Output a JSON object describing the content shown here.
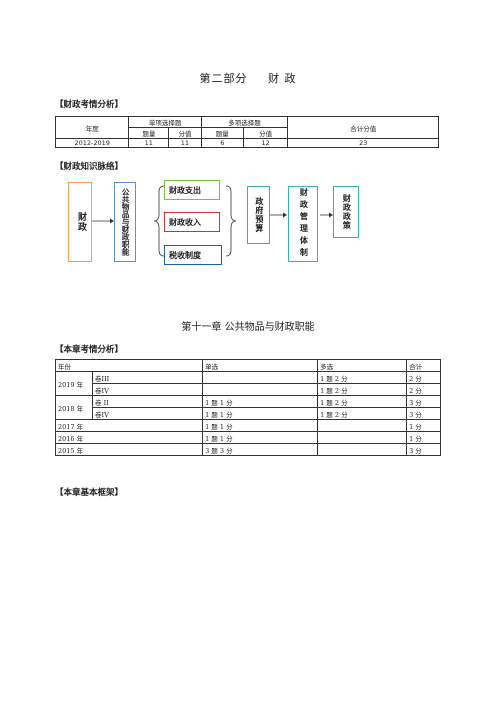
{
  "part": {
    "label": "第二部分",
    "name": "财 政"
  },
  "sections": {
    "exam_analysis": "【财政考情分析】",
    "knowledge_map": "【财政知识脉络】",
    "chapter_exam": "【本章考情分析】",
    "chapter_framework": "【本章基本框架】"
  },
  "table1": {
    "year_header": "年度",
    "single_header": "单项选择题",
    "multi_header": "多项选择题",
    "total_header": "合计分值",
    "sub_headers": [
      "题量",
      "分值",
      "题量",
      "分值"
    ],
    "rows": [
      {
        "year": "2012-2019",
        "cells": [
          "11",
          "11",
          "6",
          "12",
          "23"
        ]
      }
    ]
  },
  "diagram": {
    "caizheng": "财政",
    "public_goods": "公共物品与财政职能",
    "expenditure": "财政支出",
    "revenue": "财政收入",
    "tax": "税收制度",
    "budget": "政府预算",
    "management": "财政管理体制",
    "policy": "财政政策",
    "colors": {
      "orange": "#f4a25a",
      "blue": "#5a8fd6",
      "green": "#76c043",
      "red": "#c0393b",
      "teal": "#35b6a8",
      "navy": "#1f5ea8"
    }
  },
  "chapter_title": "第十一章  公共物品与财政职能",
  "table2": {
    "headers": [
      "年份",
      "单选",
      "多选",
      "合计"
    ],
    "rows": [
      [
        "2019 年",
        "卷III",
        "",
        "1 题 2 分",
        "2 分"
      ],
      [
        "",
        "卷IV",
        "",
        "1 题 2 分",
        "2 分"
      ],
      [
        "2018 年",
        "卷 II",
        "1 题 1 分",
        "1 题 2 分",
        "3 分"
      ],
      [
        "",
        "卷IV",
        "1 题 1 分",
        "1 题 2 分",
        "3 分"
      ],
      [
        "2017 年",
        "",
        "1 题 1 分",
        "",
        "1 分"
      ],
      [
        "2016 年",
        "",
        "1 题 1 分",
        "",
        "1 分"
      ],
      [
        "2015 年",
        "",
        "3 题 3 分",
        "",
        "3 分"
      ]
    ]
  }
}
